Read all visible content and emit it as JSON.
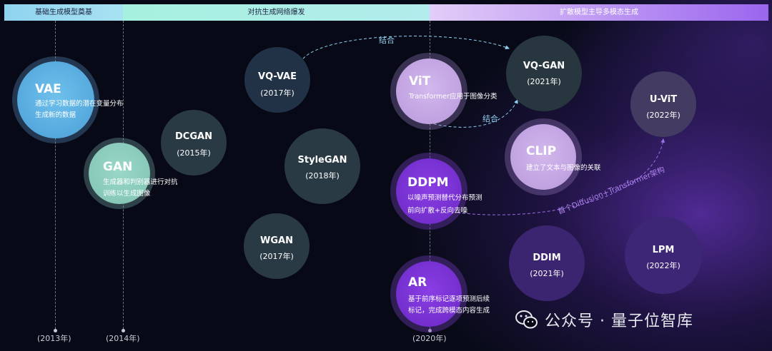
{
  "bands": [
    "基础生成模型奠基",
    "对抗生成网络爆发",
    "扩散模型主导多模态生成"
  ],
  "years": [
    "(2013年)",
    "(2014年)",
    "(2020年)"
  ],
  "nodes": {
    "vae": {
      "title": "VAE",
      "desc1": "通过学习数据的潜在变量分布",
      "desc2": "生成新的数据"
    },
    "gan": {
      "title": "GAN",
      "desc1": "生成器和判别器进行对抗",
      "desc2": "训练以生成图像"
    },
    "dcgan": {
      "title": "DCGAN",
      "year": "(2015年)"
    },
    "vqvae": {
      "title": "VQ-VAE",
      "year": "(2017年)"
    },
    "stylegan": {
      "title": "StyleGAN",
      "year": "(2018年)"
    },
    "wgan": {
      "title": "WGAN",
      "year": "(2017年)"
    },
    "vit": {
      "title": "ViT",
      "desc1": "Transformer应用于图像分类"
    },
    "ddpm": {
      "title": "DDPM",
      "desc1": "以噪声预测替代分布预测",
      "desc2": "前向扩散+反向去噪"
    },
    "ar": {
      "title": "AR",
      "desc1": "基于前序标记逐项预测后续",
      "desc2": "标记，完成跨模态内容生成"
    },
    "vqgan": {
      "title": "VQ-GAN",
      "year": "(2021年)"
    },
    "clip": {
      "title": "CLIP",
      "desc1": "建立了文本与图像的关联"
    },
    "uvit": {
      "title": "U-ViT",
      "year": "(2022年)"
    },
    "ddim": {
      "title": "DDIM",
      "year": "(2021年)"
    },
    "lpm": {
      "title": "LPM",
      "year": "(2022年)"
    }
  },
  "links": {
    "combine1": "结合",
    "combine2": "结合",
    "diffusion_transformer": "首个Diffusion+Transformer架构"
  },
  "watermark": {
    "text": "公众号 · 量子位智库",
    "icon": "wechat-icon"
  },
  "colors": {
    "vae": "#5fb4e4",
    "gan": "#8fd0c0",
    "dark_node": "#2a3a44",
    "vit": "#c4a6e4",
    "ddpm": "#7a34d0",
    "purple_node": "#3b2570"
  }
}
